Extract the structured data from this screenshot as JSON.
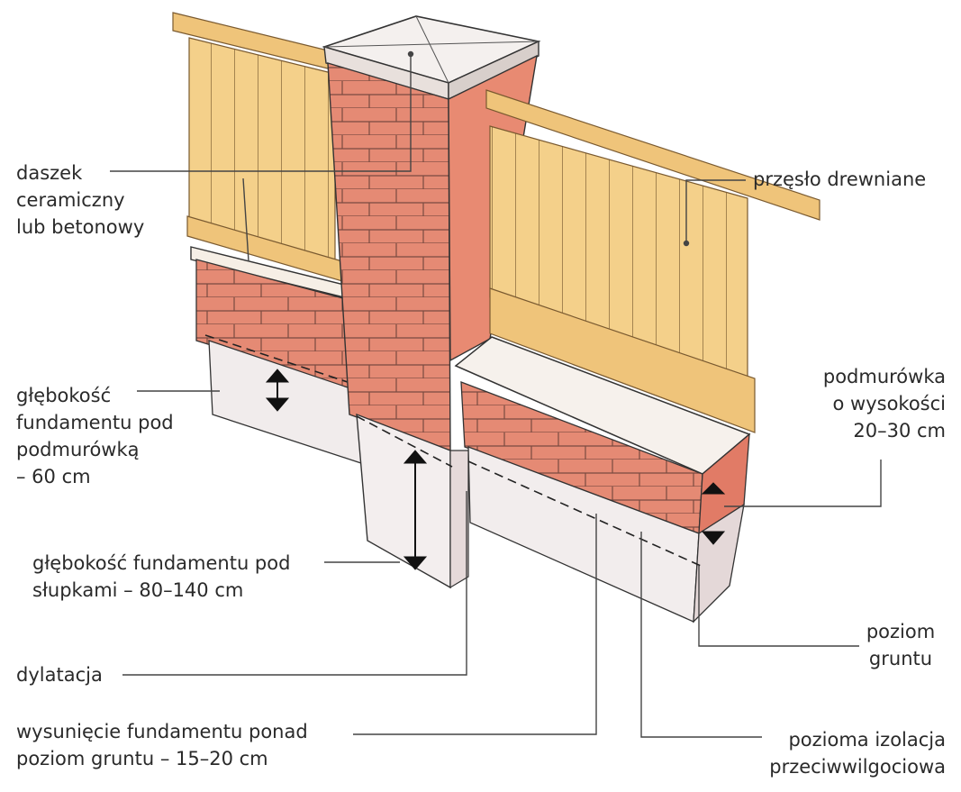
{
  "labels": {
    "daszek": [
      "daszek",
      "ceramiczny",
      "lub betonowy"
    ],
    "przeslo": [
      "przęsło drewniane"
    ],
    "glebokosc_pod": [
      "głębokość",
      "fundamentu pod",
      "podmurówką",
      "– 60 cm"
    ],
    "glebokosc_slupki": [
      "głębokość fundamentu pod",
      "słupkami – 80–140 cm"
    ],
    "podmurowka": [
      "podmurówka",
      "o wysokości",
      "20–30 cm"
    ],
    "dylatacja": [
      "dylatacja"
    ],
    "poziom_gruntu": [
      "poziom",
      "gruntu"
    ],
    "wysuniecie": [
      "wysunięcie fundamentu ponad",
      "poziom gruntu – 15–20 cm"
    ],
    "izolacja": [
      "pozioma izolacja",
      "przeciwwilgociowa"
    ]
  },
  "colors": {
    "brick": "#e37a66",
    "brick_light": "#f2b3a0",
    "wood": "#f1c574",
    "wood_dark": "#e3a94e",
    "concrete": "#f3eeee",
    "line": "#444444"
  }
}
